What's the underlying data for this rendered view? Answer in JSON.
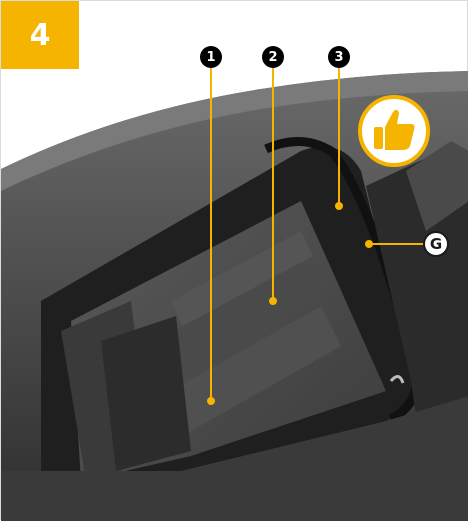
{
  "step": {
    "number": "4"
  },
  "callouts": [
    {
      "label": "1"
    },
    {
      "label": "2"
    },
    {
      "label": "3"
    }
  ],
  "side_callout": {
    "label": "G"
  },
  "badge": {
    "icon": "thumbs-up-icon"
  },
  "colors": {
    "accent": "#f5b400",
    "callout_bg": "#000000",
    "photo_dark": "#3a3a3a"
  }
}
